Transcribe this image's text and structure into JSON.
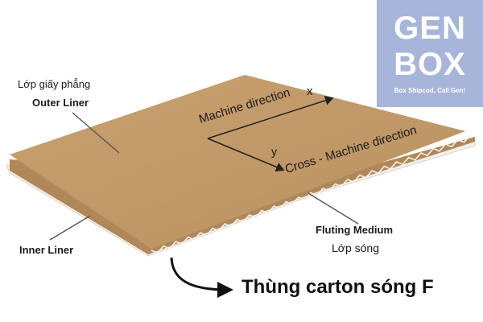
{
  "labels": {
    "outer_liner_vi": "Lớp giấy phẳng",
    "outer_liner_en": "Outer Liner",
    "machine_direction": "Machine direction",
    "axis_x": "x",
    "axis_y": "y",
    "cross_machine_direction": "Cross - Machine direction",
    "inner_liner": "Inner Liner",
    "fluting_medium": "Fluting Medium",
    "fluting_vi": "Lớp sóng",
    "caption": "Thùng carton sóng F"
  },
  "logo": {
    "line1": "GEN",
    "line2": "BOX",
    "tagline": "Box Shipcod, Call Gen!"
  },
  "colors": {
    "board": "#c39a68",
    "board_edge": "#b08758",
    "liner": "#f4f1ea",
    "logo_bg": "#a7b5da"
  }
}
